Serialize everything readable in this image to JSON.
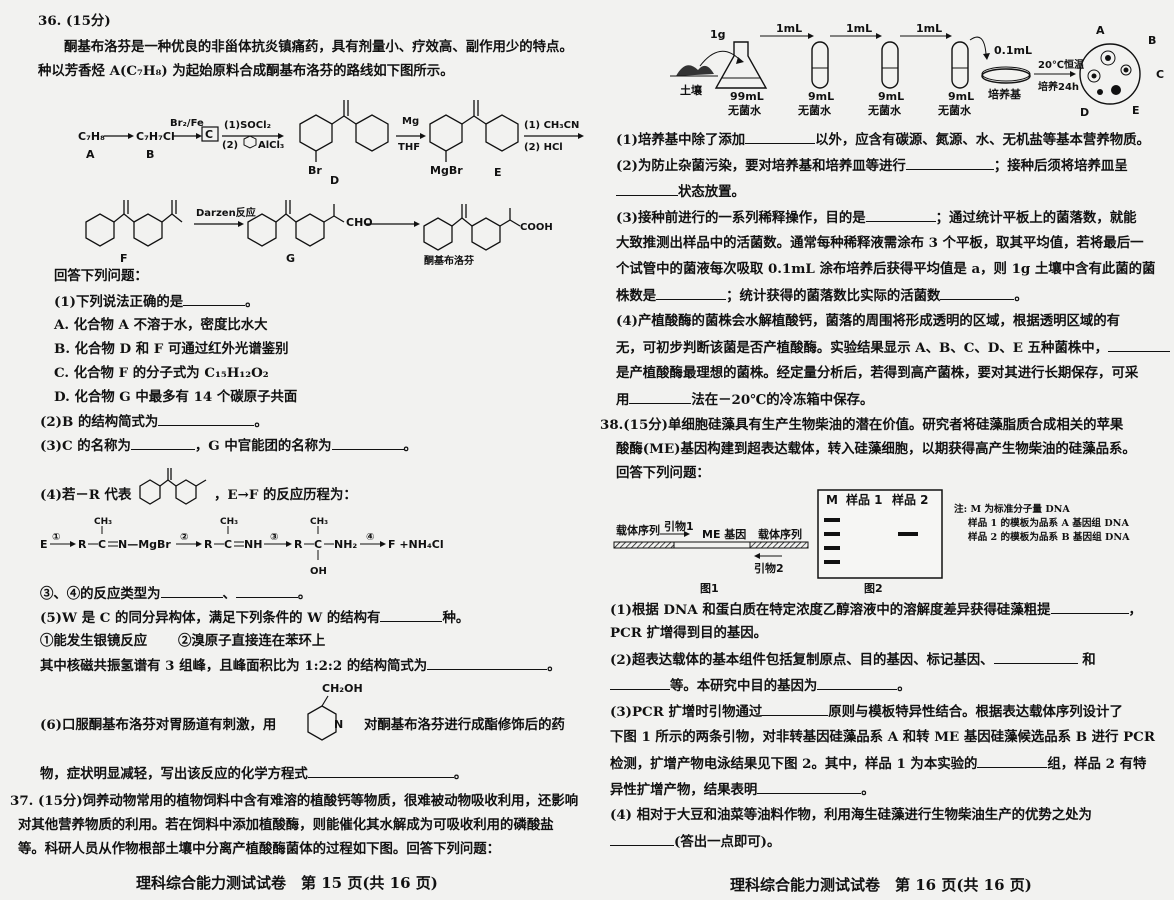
{
  "left": {
    "q36": {
      "number": "36. (15分)",
      "intro1": "酮基布洛芬是一种优良的非甾体抗炎镇痛药，具有剂量小、疗效高、副作用少的特点。",
      "intro2": "种以芳香烃 A(C₇H₈) 为起始原料合成酮基布洛芬的路线如下图所示。",
      "scheme": {
        "A_formula": "C₇H₈",
        "A": "A",
        "B_formula": "C₇H₇Cl",
        "B": "B",
        "reagent_AB": "Br₂/Fe",
        "C_box": "C",
        "reagent_C1": "(1)SOCl₂",
        "reagent_C2": "(2)",
        "alcl3": "AlCl₃",
        "D": "D",
        "Br": "Br",
        "Mg": "Mg",
        "THF": "THF",
        "MgBr": "MgBr",
        "E": "E",
        "reagent_E1": "(1) CH₃CN",
        "reagent_E2": "(2) HCl",
        "F": "F",
        "darzen": "Darzen反应",
        "G": "G",
        "CHO": "CHO",
        "COOH": "COOH",
        "product": "酮基布洛芬"
      },
      "answer_prompt": "回答下列问题：",
      "q1": "(1)下列说法正确的是",
      "optA": "A. 化合物 A 不溶于水，密度比水大",
      "optB": "B. 化合物 D 和 F 可通过红外光谱鉴别",
      "optC": "C. 化合物 F 的分子式为 C₁₅H₁₂O₂",
      "optD": "D. 化合物 G 中最多有 14 个碳原子共面",
      "q2": "(2)B 的结构简式为",
      "q3a": "(3)C 的名称为",
      "q3b": "，G 中官能团的名称为",
      "q4a": "(4)若－R 代表",
      "q4b": "，E→F 的反应历程为：",
      "mech": {
        "E": "E",
        "s1": "①",
        "s2": "②",
        "s3": "③",
        "s4": "④",
        "R": "R",
        "CH3": "CH₃",
        "N_MgBr": "N—MgBr",
        "NH": "NH",
        "NH2": "NH₂",
        "OH": "OH",
        "end": "F +NH₄Cl"
      },
      "q4c": "③、④的反应类型为",
      "q5a": "(5)W 是 C 的同分异构体，满足下列条件的 W 的结构有",
      "q5b": "种。",
      "cond1": "①能发生银镜反应",
      "cond2": "②溴原子直接连在苯环上",
      "q5c": "其中核磁共振氢谱有 3 组峰，且峰面积比为 1:2:2 的结构简式为",
      "q6_ch2oh": "CH₂OH",
      "q6_N": "N",
      "q6a": "(6)口服酮基布洛芬对胃肠道有刺激，用",
      "q6b": "对酮基布洛芬进行成酯修饰后的药",
      "q6c": "物，症状明显减轻，写出该反应的化学方程式"
    },
    "q37": {
      "line1": "37. (15分)饲养动物常用的植物饲料中含有难溶的植酸钙等物质，很难被动物吸收利用，还影响",
      "line2": "对其他营养物质的利用。若在饲料中添加植酸酶，则能催化其水解成为可吸收利用的磷酸盐",
      "line3": "等。科研人员从作物根部土壤中分离产植酸酶菌体的过程如下图。回答下列问题："
    },
    "footer": "理科综合能力测试试卷　第 15 页(共 16 页)"
  },
  "right": {
    "q37_diagram": {
      "soil": "土壤",
      "g1": "1g",
      "ml1a": "1mL",
      "ml1b": "1mL",
      "ml1c": "1mL",
      "ml01": "0.1mL",
      "water99": "99mL",
      "water9a": "9mL",
      "water9b": "9mL",
      "water9c": "9mL",
      "sterile1": "无菌水",
      "sterile2": "无菌水",
      "sterile3": "无菌水",
      "sterile4": "无菌水",
      "medium": "培养基",
      "incubate1": "20℃恒温",
      "incubate2": "培养24h",
      "cA": "A",
      "cB": "B",
      "cC": "C",
      "cD": "D",
      "cE": "E"
    },
    "q37": {
      "p1a": "(1)培养基中除了添加",
      "p1b": "以外，应含有碳源、氮源、水、无机盐等基本营养物质。",
      "p2a": "(2)为防止杂菌污染，要对培养基和培养皿等进行",
      "p2b": "；接种后须将培养皿呈",
      "p2c": "状态放置。",
      "p3a": "(3)接种前进行的一系列稀释操作，目的是",
      "p3b": "；通过统计平板上的菌落数，就能",
      "p3c": "大致推测出样品中的活菌数。通常每种稀释液需涂布 3 个平板，取其平均值，若将最后一",
      "p3d": "个试管中的菌液每次吸取 0.1mL 涂布培养后获得平均值是 a，则 1g 土壤中含有此菌的菌",
      "p3e": "株数是",
      "p3f": "；统计获得的菌落数比实际的活菌数",
      "p4a": "(4)产植酸酶的菌株会水解植酸钙，菌落的周围将形成透明的区域，根据透明区域的有",
      "p4b": "无，可初步判断该菌是否产植酸酶。实验结果显示 A、B、C、D、E 五种菌株中，",
      "p4c": "是产植酸酶最理想的菌株。经定量分析后，若得到高产菌株，要对其进行长期保存，可采",
      "p4d": "用",
      "p4e": "法在－20℃的冷冻箱中保存。"
    },
    "q38": {
      "l1": "38.(15分)单细胞硅藻具有生产生物柴油的潜在价值。研究者将硅藻脂质合成相关的苹果",
      "l2": "酸酶(ME)基因构建到超表达载体，转入硅藻细胞，以期获得高产生物柴油的硅藻品系。",
      "l3": "回答下列问题：",
      "fig1": {
        "vec1": "载体序列",
        "primer1": "引物1",
        "me": "ME 基因",
        "vec2": "载体序列",
        "primer2": "引物2",
        "caption": "图1"
      },
      "fig2": {
        "M": "M",
        "s1": "样品 1",
        "s2": "样品 2",
        "caption": "图2"
      },
      "note1": "注: M 为标准分子量 DNA",
      "note2": "样品 1 的模板为品系 A 基因组 DNA",
      "note3": "样品 2 的模板为品系 B 基因组 DNA",
      "p1a": "(1)根据 DNA 和蛋白质在特定浓度乙醇溶液中的溶解度差异获得硅藻粗提",
      "p1b": "，",
      "p1c": "PCR 扩增得到目的基因。",
      "p2a": "(2)超表达载体的基本组件包括复制原点、目的基因、标记基因、",
      "p2b": "和",
      "p2c": "等。本研究中目的基因为",
      "p3a": "(3)PCR 扩增时引物通过",
      "p3b": "原则与模板特异性结合。根据表达载体序列设计了",
      "p3c": "下图 1 所示的两条引物，对非转基因硅藻品系 A 和转 ME 基因硅藻候选品系 B 进行 PCR",
      "p3d": "检测，扩增产物电泳结果见下图 2。其中，样品 1 为本实验的",
      "p3e": "组，样品 2 有特",
      "p3f": "异性扩增产物，结果表明",
      "p4a": "(4) 相对于大豆和油菜等油料作物，利用海生硅藻进行生物柴油生产的优势之处为",
      "p4b": "(答出一点即可)。"
    },
    "footer": "理科综合能力测试试卷　第 16 页(共 16 页)"
  }
}
